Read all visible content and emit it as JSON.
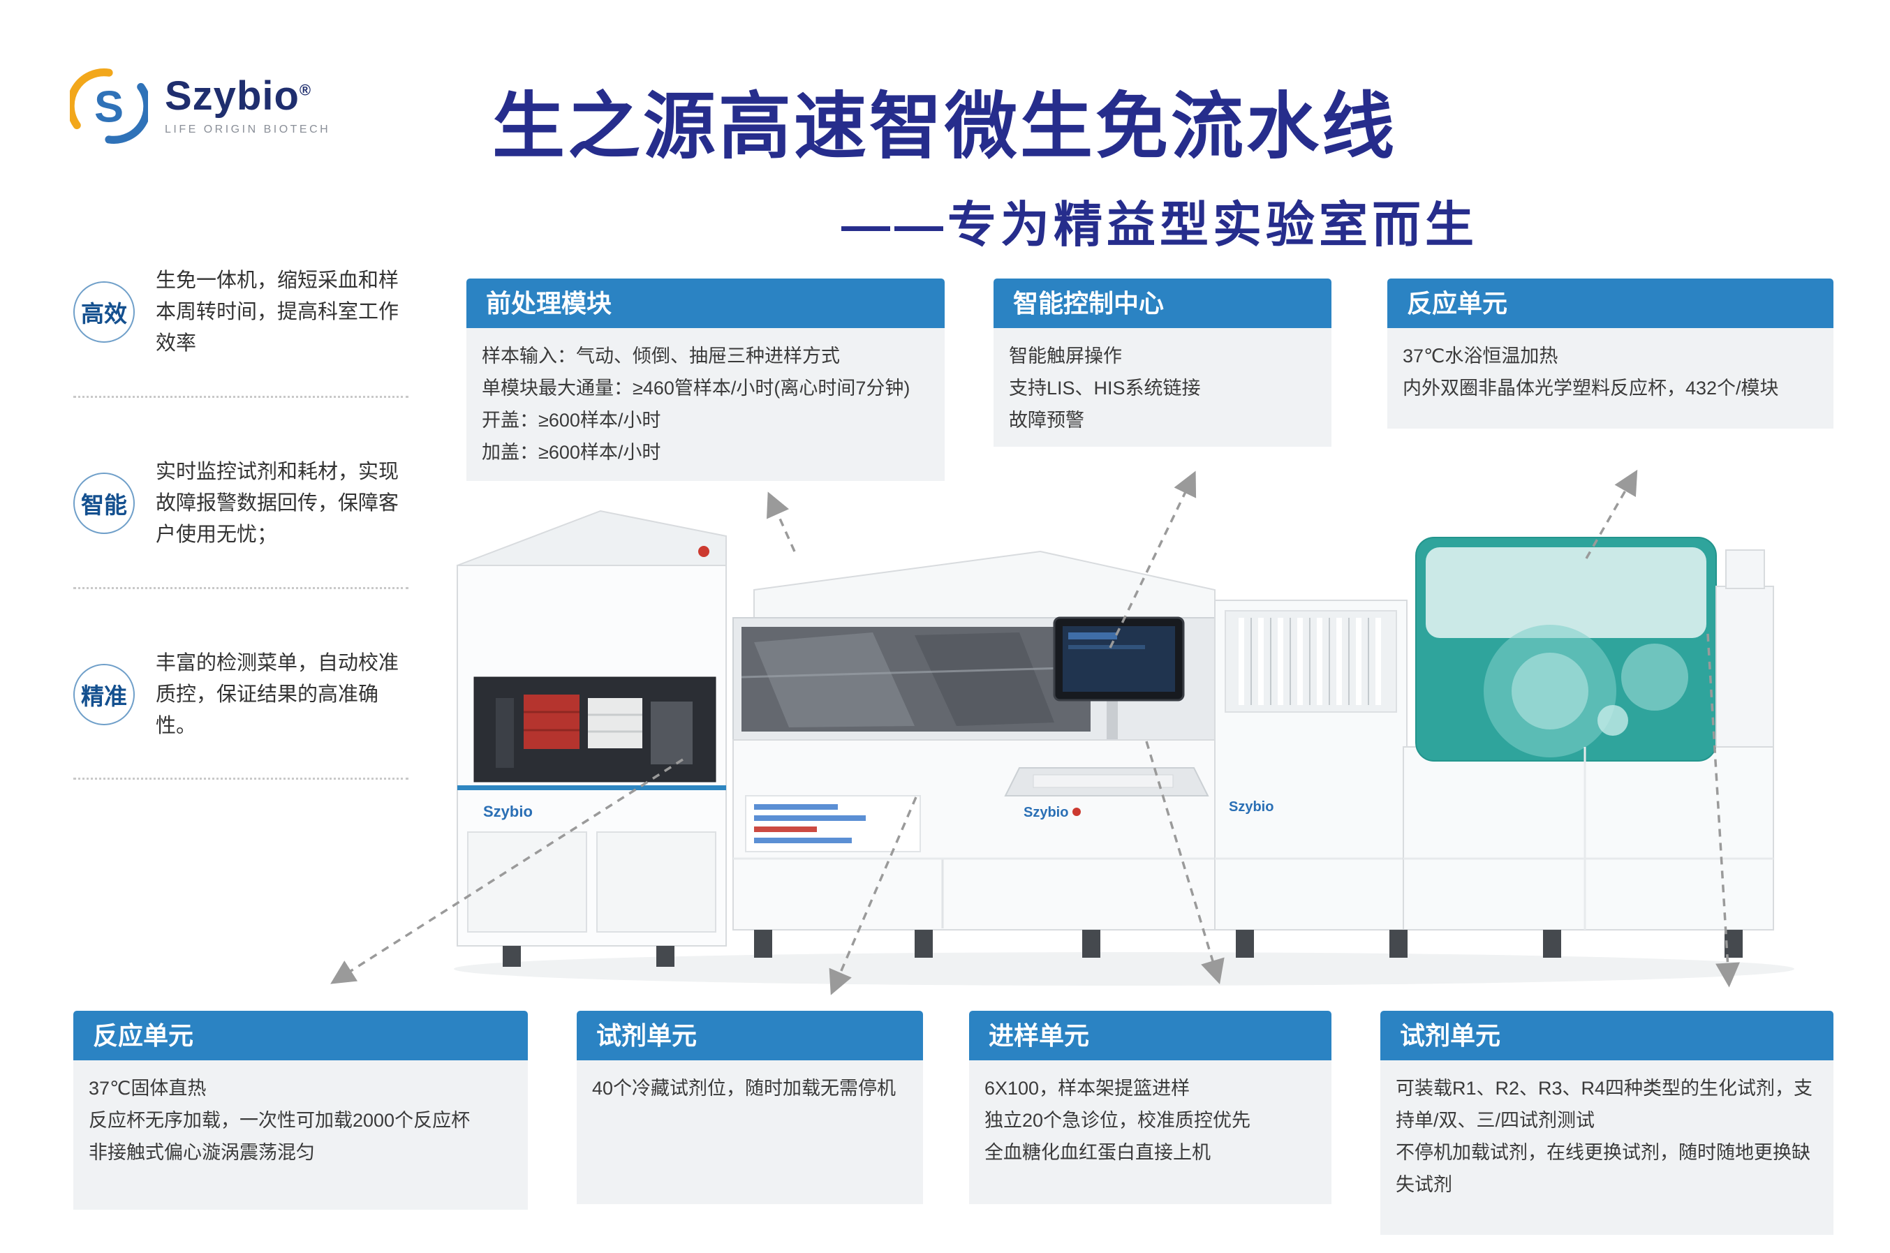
{
  "logo": {
    "name": "Szybio",
    "reg": "®",
    "tagline": "LIFE ORIGIN BIOTECH",
    "mark_letter": "S"
  },
  "header": {
    "title": "生之源高速智微生免流水线",
    "subtitle": "——专为精益型实验室而生"
  },
  "features": [
    {
      "badge": "高效",
      "text": "生免一体机，缩短采血和样本周转时间，提高科室工作效率"
    },
    {
      "badge": "智能",
      "text": "实时监控试剂和耗材，实现故障报警数据回传，保障客户使用无忧；"
    },
    {
      "badge": "精准",
      "text": "丰富的检测菜单，自动校准质控，保证结果的高准确性。"
    }
  ],
  "top_cards": [
    {
      "title": "前处理模块",
      "lines": [
        "样本输入：气动、倾倒、抽屉三种进样方式",
        "单模块最大通量：≥460管样本/小时(离心时间7分钟)",
        "开盖：≥600样本/小时",
        "加盖：≥600样本/小时"
      ]
    },
    {
      "title": "智能控制中心",
      "lines": [
        "智能触屏操作",
        "支持LIS、HIS系统链接",
        "故障预警"
      ]
    },
    {
      "title": "反应单元",
      "lines": [
        "37℃水浴恒温加热",
        "内外双圈非晶体光学塑料反应杯，432个/模块"
      ]
    }
  ],
  "bottom_cards": [
    {
      "title": "反应单元",
      "lines": [
        "37℃固体直热",
        "反应杯无序加载，一次性可加载2000个反应杯",
        "非接触式偏心漩涡震荡混匀"
      ]
    },
    {
      "title": "试剂单元",
      "lines": [
        "40个冷藏试剂位，随时加载无需停机"
      ]
    },
    {
      "title": "进样单元",
      "lines": [
        "6X100，样本架提篮进样",
        "独立20个急诊位，校准质控优先",
        "全血糖化血红蛋白直接上机"
      ]
    },
    {
      "title": "试剂单元",
      "lines": [
        "可装载R1、R2、R3、R4四种类型的生化试剂，支持单/双、三/四试剂测试",
        "不停机加载试剂，在线更换试剂，随时随地更换缺失试剂"
      ]
    }
  ],
  "machine": {
    "labels": [
      "Szybio",
      "Szybio",
      "Szybio"
    ]
  },
  "colors": {
    "title_blue": "#262d8c",
    "header_blue": "#2b83c3",
    "badge_blue": "#14508f",
    "card_bg": "#f0f2f4",
    "teal_cover": "#2fa49c",
    "logo_yellow": "#f2a71b",
    "logo_blue": "#2f72b8"
  }
}
